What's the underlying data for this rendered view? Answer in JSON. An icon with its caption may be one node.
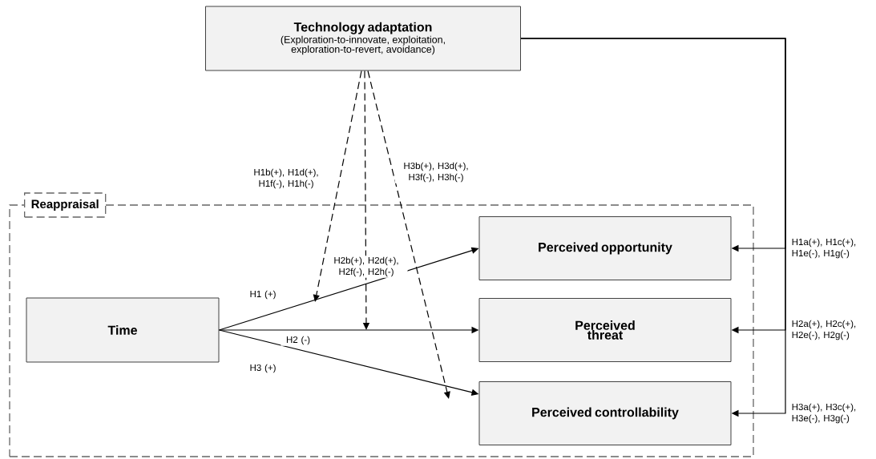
{
  "diagram": {
    "nodes": [
      {
        "text": [
          "Technology adaptation",
          "(Exploration-to-innovate, exploitation, exploration-to-revert, avoidance)"
        ]
      },
      {
        "text": [
          "Reappraisal"
        ]
      },
      {
        "text": [
          "Time"
        ],
        "in": 1
      },
      {
        "text": [
          "Perceived opportunity"
        ],
        "in": 1
      },
      {
        "text": [
          "Perceived threat"
        ],
        "in": 1
      },
      {
        "text": [
          "Perceived controllability"
        ],
        "in": 1
      }
    ],
    "edges": [
      {
        "from": 2,
        "to": 3,
        "arrow": "to",
        "label": "H1 (+)"
      },
      {
        "from": 2,
        "to": 4,
        "arrow": "to",
        "label": "H2 (-)"
      },
      {
        "from": 2,
        "to": 5,
        "arrow": "to",
        "label": "H3 (+)"
      },
      {
        "from": 0,
        "to": null,
        "arrow": "to",
        "style": "dashed",
        "label": "H1b(+), H1d(+), H1f(-), H1h(-)"
      },
      {
        "from": 0,
        "to": null,
        "arrow": "to",
        "style": "dashed",
        "label": "H2b(+), H2d(+), H2f(-), H2h(-)"
      },
      {
        "from": 0,
        "to": null,
        "arrow": "to",
        "style": "dashed",
        "label": "H3b(+), H3d(+), H3f(-), H3h(-)"
      },
      {
        "from": 0,
        "to": 3,
        "arrow": "to",
        "label": "H1a(+), H1c(+), H1e(-), H1g(-)"
      },
      {
        "from": 0,
        "to": 4,
        "arrow": "to",
        "label": "H2a(+), H2c(+), H2e(-), H2g(-)"
      },
      {
        "from": 0,
        "to": 5,
        "arrow": "to",
        "label": "H3a(+), H3c(+), H3e(-), H3g(-)"
      }
    ]
  }
}
